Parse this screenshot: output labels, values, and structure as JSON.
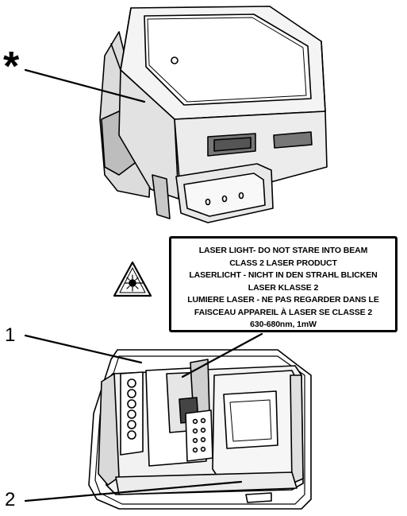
{
  "callouts": {
    "asterisk": "*",
    "one": "1",
    "two": "2"
  },
  "laser_label": {
    "lines": [
      "LASER LIGHT- DO NOT STARE INTO BEAM",
      "CLASS 2 LASER PRODUCT",
      "LASERLICHT - NICHT IN DEN STRAHL BLICKEN",
      "LASER KLASSE 2",
      "LUMIERE LASER - NE PAS REGARDER DANS LE",
      "FAISCEAU APPAREIL À LASER SE CLASSE 2",
      "630-680nm, 1mW"
    ]
  },
  "icons": {
    "warning": "laser-warning-icon"
  },
  "colors": {
    "line": "#000000",
    "body_light": "#ffffff",
    "body_gray": "#d9d9d9"
  }
}
